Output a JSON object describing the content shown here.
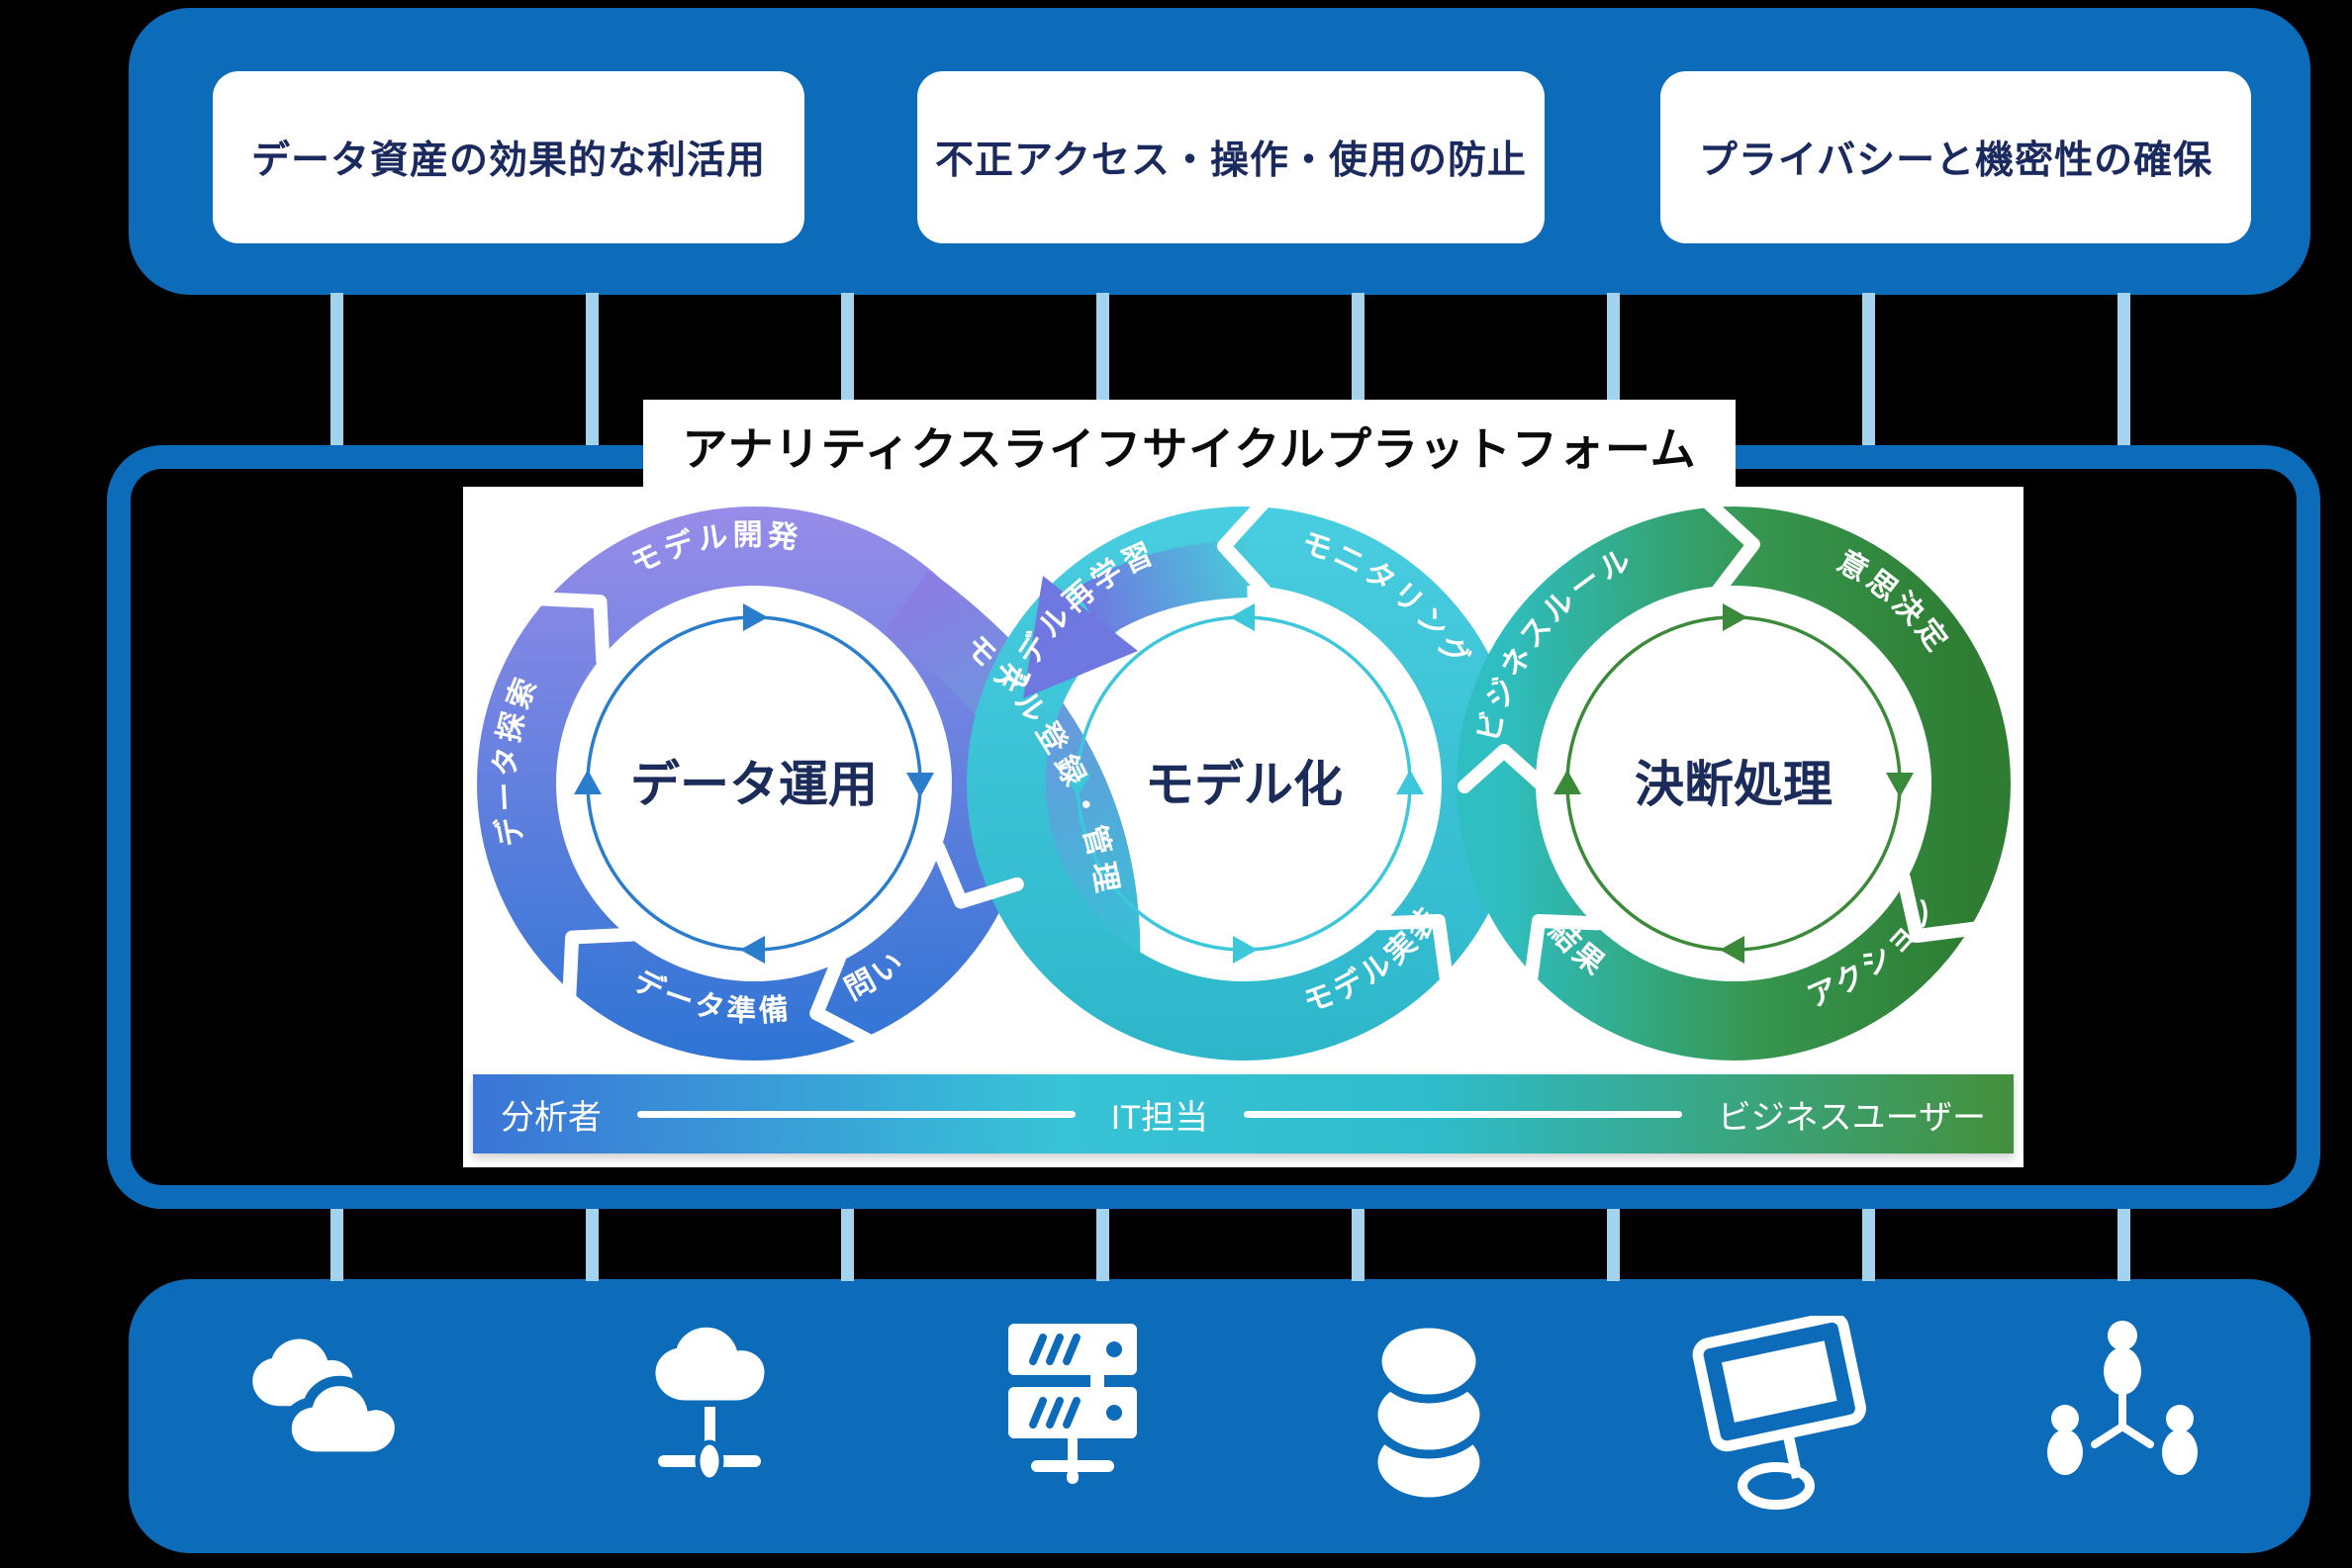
{
  "colors": {
    "brand_blue": "#0c6cba",
    "connector_blue": "#a3d3ef",
    "text_navy": "#1a2a5e",
    "cycle1_purple": "#988ce9",
    "cycle1_blue": "#2e74d4",
    "cycle2_teal": "#3bc4d8",
    "cycle3_teal": "#2fbfc3",
    "cycle3_green": "#2e7d32"
  },
  "top_bar": {
    "goals": [
      "データ資産の効果的な利活用",
      "不正アクセス・操作・使用の防止",
      "プライバシーと機密性の確保"
    ]
  },
  "platform": {
    "title": "アナリティクスライフサイクルプラットフォーム",
    "cycles": [
      {
        "name": "データ運用",
        "segments": [
          "モデル開発",
          "データ探索",
          "データ準備",
          "問い"
        ],
        "bridge": "モデル登録・管理"
      },
      {
        "name": "モデル化",
        "segments": [
          "モデル再学習",
          "モニタリング",
          "モデル実装"
        ]
      },
      {
        "name": "決断処理",
        "segments": [
          "ビジネスルール",
          "意思決定",
          "アクション",
          "結果"
        ]
      }
    ],
    "roles": [
      "分析者",
      "IT担当",
      "ビジネスユーザー"
    ]
  },
  "infrastructure": {
    "icons": [
      "clouds",
      "cloud-network",
      "servers",
      "database",
      "monitor",
      "people-network"
    ]
  }
}
